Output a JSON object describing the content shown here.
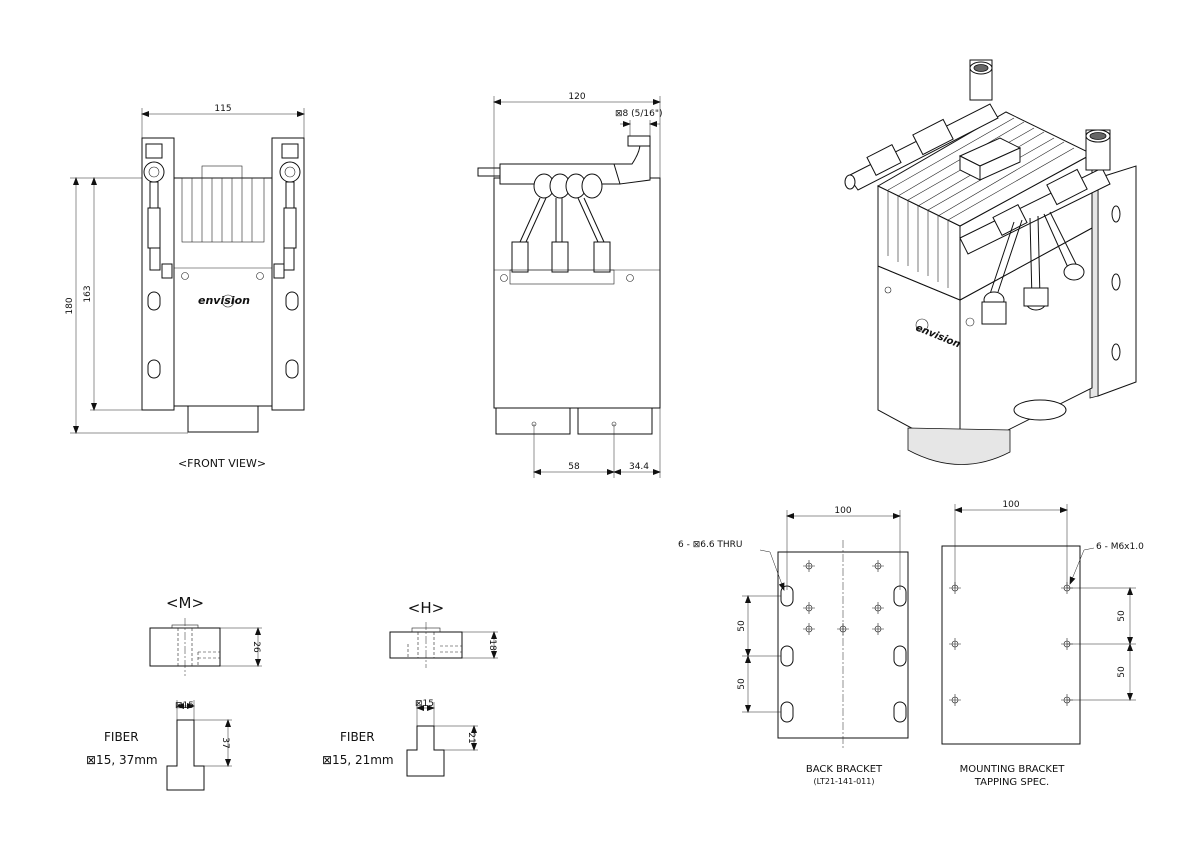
{
  "front_view": {
    "caption": "<FRONT VIEW>",
    "dims": {
      "width": "115",
      "height_total": "180",
      "height_bracket": "163"
    },
    "logo": "envision"
  },
  "side_view": {
    "dims": {
      "width": "120",
      "fitting": "⊠8 (5/16\")",
      "bottom_a": "58",
      "bottom_b": "34.4"
    }
  },
  "module_m": {
    "title": "<M>",
    "height": "26"
  },
  "module_h": {
    "title": "<H>",
    "height": "18"
  },
  "fiber_m": {
    "label": "FIBER",
    "spec": "⊠15, 37mm",
    "size": "⊠15",
    "length": "37"
  },
  "fiber_h": {
    "label": "FIBER",
    "spec": "⊠15, 21mm",
    "size": "⊠15",
    "length": "21"
  },
  "back_bracket": {
    "title": "BACK BRACKET",
    "part_no": "(LT21-141-011)",
    "width": "100",
    "holes": "6 - ⊠6.6 THRU",
    "pitch_a": "50",
    "pitch_b": "50"
  },
  "mounting_bracket": {
    "title": "MOUNTING BRACKET",
    "subtitle": "TAPPING SPEC.",
    "width": "100",
    "holes": "6 - M6x1.0",
    "pitch_a": "50",
    "pitch_b": "50"
  }
}
